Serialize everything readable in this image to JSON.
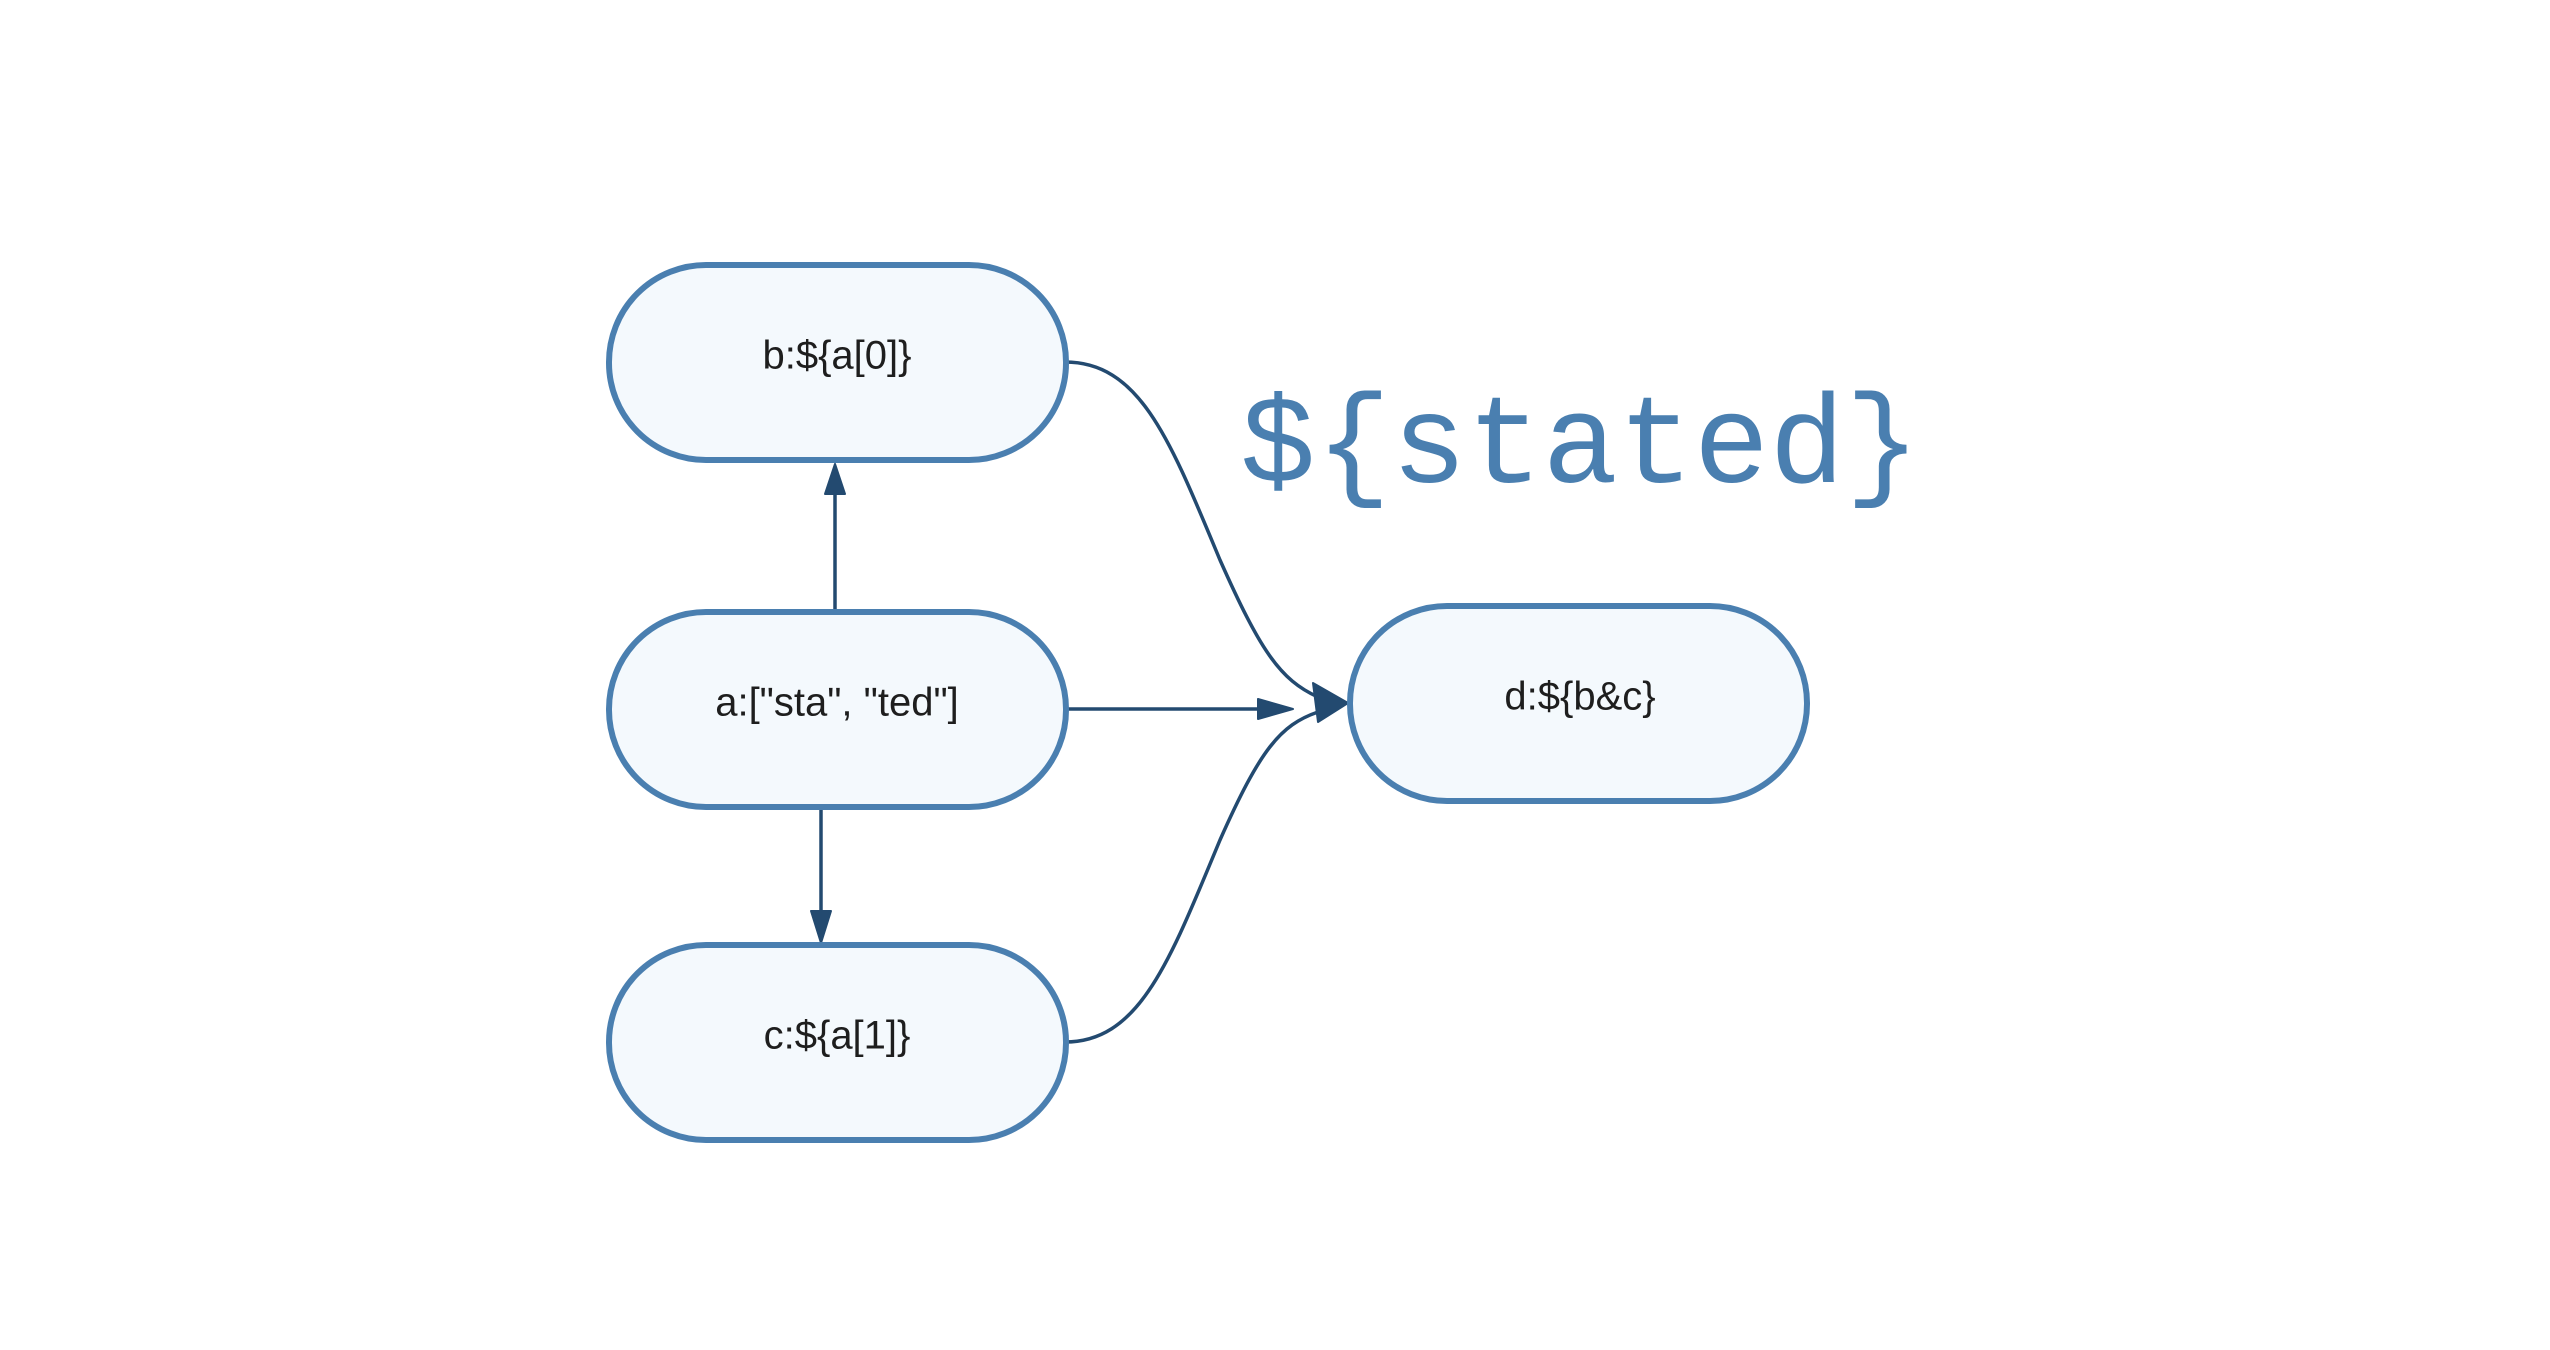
{
  "logo": {
    "text": "${stated}"
  },
  "colors": {
    "node_fill": "#f4f9fd",
    "node_stroke": "#4a7fb0",
    "edge": "#234a70",
    "logo": "#4a7fb0"
  },
  "nodes": {
    "b": {
      "label": "b:${a[0]}"
    },
    "a": {
      "label": "a:[\"sta\", \"ted\"]"
    },
    "c": {
      "label": "c:${a[1]}"
    },
    "d": {
      "label": "d:${b&c}"
    }
  },
  "edges": [
    {
      "from": "a",
      "to": "b"
    },
    {
      "from": "a",
      "to": "c"
    },
    {
      "from": "a",
      "to": "d"
    },
    {
      "from": "b",
      "to": "d"
    },
    {
      "from": "c",
      "to": "d"
    }
  ]
}
